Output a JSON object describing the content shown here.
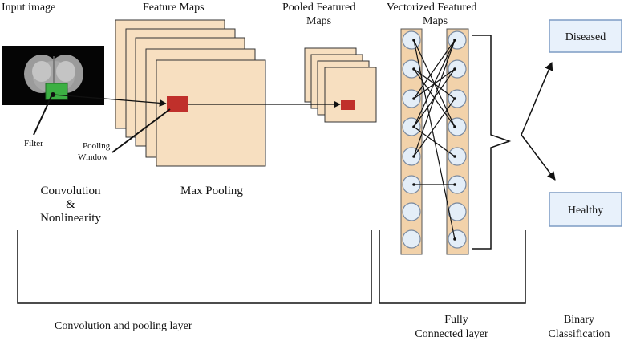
{
  "labels": {
    "input_image": "Input image",
    "feature_maps": "Feature Maps",
    "pooled_line1": "Pooled Featured",
    "pooled_line2": "Maps",
    "vectorized_line1": "Vectorized Featured",
    "vectorized_line2": "Maps",
    "filter": "Filter",
    "pooling_line1": "Pooling",
    "pooling_line2": "Window",
    "convolution_line1": "Convolution",
    "convolution_line2": "&",
    "convolution_line3": "Nonlinearity",
    "max_pooling": "Max Pooling",
    "conv_pool_layer": "Convolution and pooling layer",
    "fully_line1": "Fully",
    "fully_line2": "Connected layer",
    "binary_line1": "Binary",
    "binary_line2": "Classification"
  },
  "outputs": {
    "diseased": "Diseased",
    "healthy": "Healthy"
  },
  "colors": {
    "map_fill": "#f7dfc0",
    "map_stroke": "#333333",
    "filter_green": "#3cb043",
    "pool_red": "#c0302b",
    "neuron_fill": "#e4eef8",
    "neuron_stroke": "#7a8aa0",
    "column_fill": "#f2d2aa",
    "output_fill": "#e8f1fb",
    "output_stroke": "#7d9cc4"
  }
}
